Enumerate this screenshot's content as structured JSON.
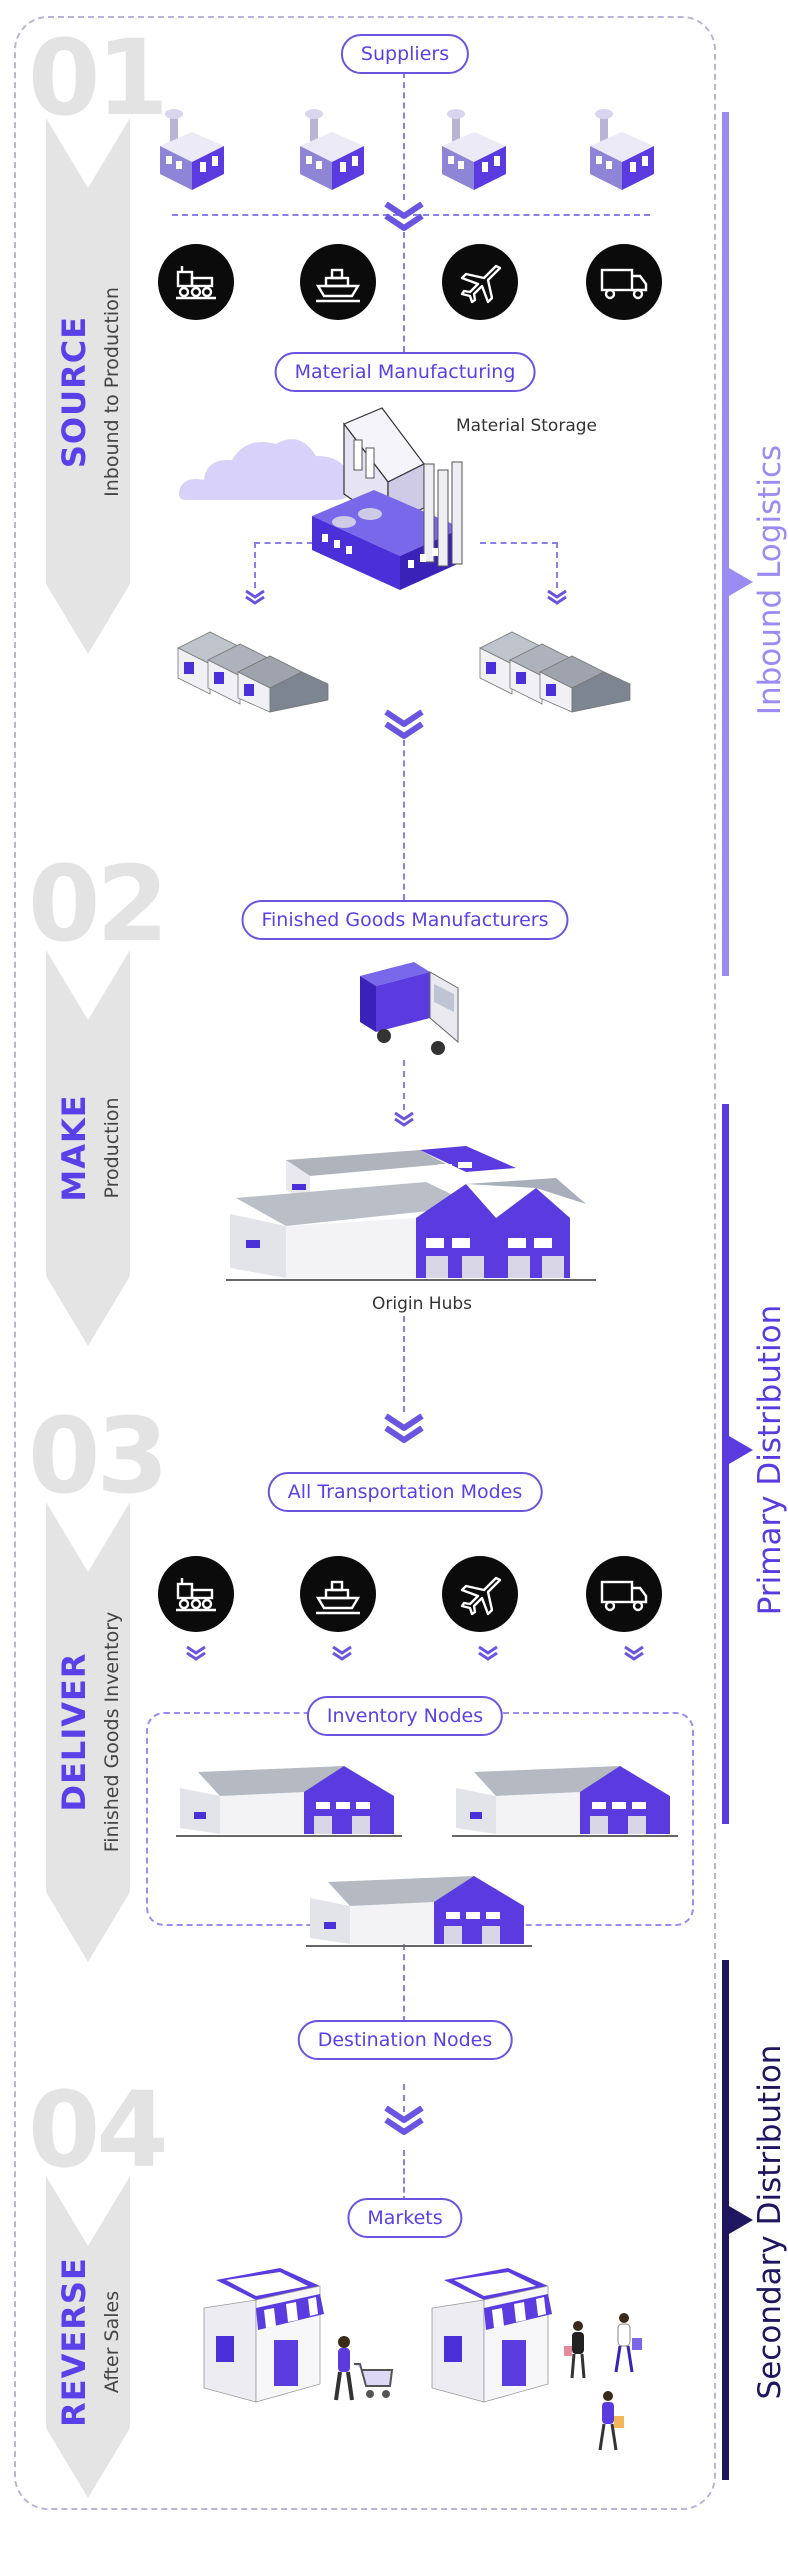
{
  "stages": [
    {
      "number": "01",
      "name": "SOURCE",
      "subtitle": "Inbound to Production"
    },
    {
      "number": "02",
      "name": "MAKE",
      "subtitle": "Production"
    },
    {
      "number": "03",
      "name": "DELIVER",
      "subtitle": "Finished Goods Inventory"
    },
    {
      "number": "04",
      "name": "REVERSE",
      "subtitle": "After Sales"
    }
  ],
  "nodes": {
    "suppliers": "Suppliers",
    "material_manufacturing": "Material Manufacturing",
    "material_storage": "Material Storage",
    "finished_goods_manufacturers": "Finished Goods Manufacturers",
    "origin_hubs": "Origin Hubs",
    "all_transportation_modes": "All Transportation Modes",
    "inventory_nodes": "Inventory Nodes",
    "destination_nodes": "Destination Nodes",
    "markets": "Markets"
  },
  "logistics_phases": [
    {
      "label": "Inbound Logistics",
      "color": "#9a8cf3"
    },
    {
      "label": "Primary Distribution",
      "color": "#5a3be0"
    },
    {
      "label": "Secondary Distribution",
      "color": "#1f1660"
    }
  ],
  "transport_icons": [
    "train-icon",
    "ship-icon",
    "airplane-icon",
    "truck-icon"
  ],
  "colors": {
    "accent": "#5a40e8",
    "purple_light": "#9a8cf3",
    "navy": "#1f1660",
    "gray": "#e4e4e4"
  }
}
